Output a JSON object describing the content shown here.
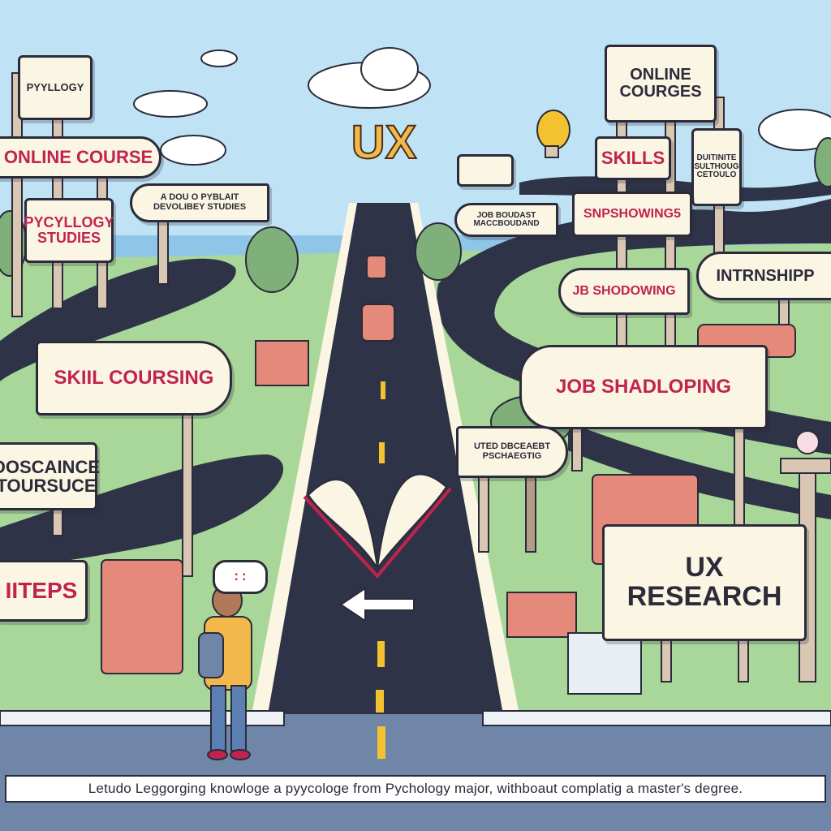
{
  "title": "UX",
  "signs": {
    "psychology_top": "PYYLLOGY",
    "online_course": "ONLINE COURSE",
    "psychology_studies": "PYCYLLOGY\nSTUDIES",
    "a_psy_studies": "A DOU O PYBLAIT\nDEVOLIBEY STUDIES",
    "skill_coursing": "SKIIL COURSING",
    "doscaince": "DOSCAINCE\nTOURSUCE",
    "iiteps": "IITEPS",
    "online_courses": "ONLINE\nCOURGES",
    "skills": "SKILLS",
    "side_small": "DUITINITE\nSULTHOUG\nCETOULO",
    "snp_showing": "SNPSHOWING5",
    "job_boudant": "JOB BOUDAST\nMACCBOUDAND",
    "internship": "INTRNSHIPP",
    "jb_shodowing": "JB SHODOWING",
    "job_shadloping": "JOB SHADLOPING",
    "used_research": "UTED DBCEAEBT\nPSCHAEGTIG",
    "ux_research": "UX\nRESEARCH"
  },
  "speech": "::",
  "caption": "Letudo Leggorging knowloge a pyycologe from Pychology major, withboaut complatig a master's degree.",
  "colors": {
    "sky": "#bfe3f5",
    "grass": "#a9d79a",
    "road": "#2e3347",
    "sign_bg": "#fbf5e4",
    "sign_text": "#c0234e",
    "accent_title": "#f2b84b"
  }
}
